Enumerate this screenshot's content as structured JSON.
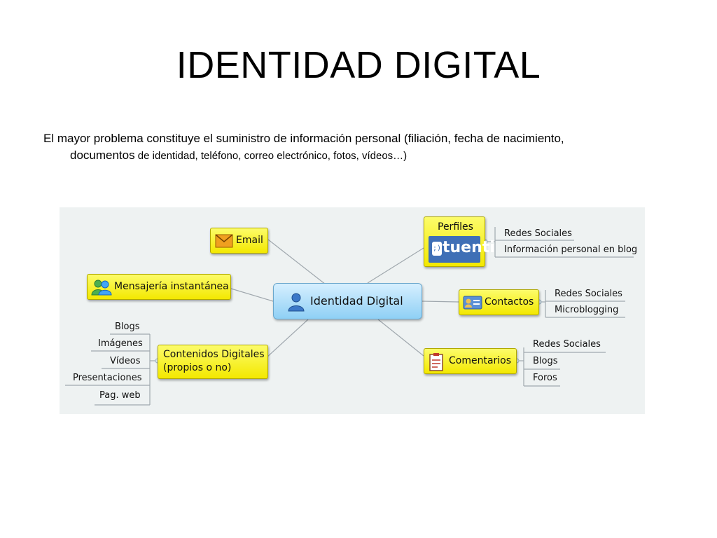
{
  "slide": {
    "title": "IDENTIDAD DIGITAL",
    "line1": "El mayor problema constituye el suministro de información personal (filiación, fecha de nacimiento,",
    "line2_a": "documentos",
    "line2_b": " de identidad, teléfono, correo electrónico, fotos, vídeos…)"
  },
  "mindmap": {
    "center": "Identidad Digital",
    "email": "Email",
    "mensajeria": "Mensajería instantánea",
    "contenidos_l1": "Contenidos Digitales",
    "contenidos_l2": "(propios o no)",
    "contenidos_items": [
      "Blogs",
      "Imágenes",
      "Vídeos",
      "Presentaciones",
      "Pag. web"
    ],
    "perfiles": "Perfiles",
    "tuenti_logo": "tuenti",
    "perfiles_items": [
      "Redes Sociales",
      "Información personal en blog"
    ],
    "contactos": "Contactos",
    "contactos_items": [
      "Redes Sociales",
      "Microblogging"
    ],
    "comentarios": "Comentarios",
    "comentarios_items": [
      "Redes Sociales",
      "Blogs",
      "Foros"
    ],
    "colors": {
      "node_fill": "#f6ee2c",
      "center_fill": "#a9dcf8",
      "background": "#eef2f2",
      "line": "#a0a8ae"
    }
  }
}
